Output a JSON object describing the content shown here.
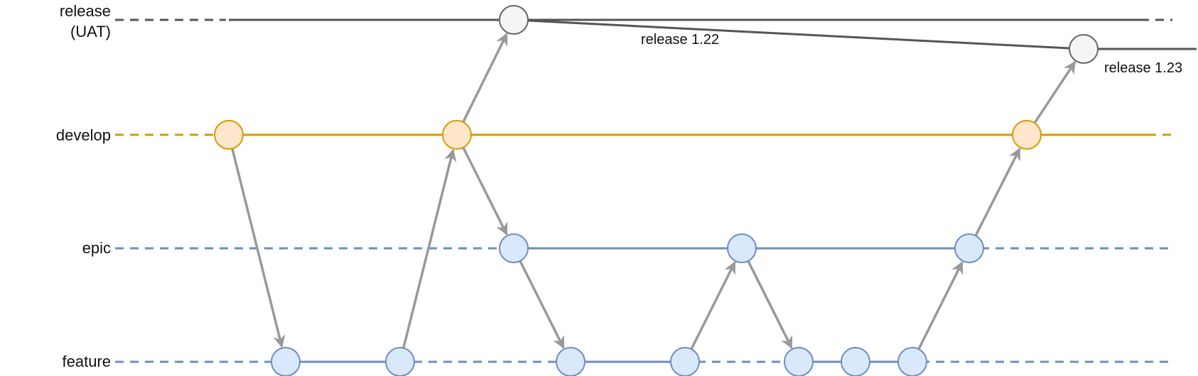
{
  "lanes": [
    {
      "id": "release",
      "label_lines": [
        "release",
        "(UAT)"
      ],
      "color": "#555555",
      "node_fill": "#f5f5f5",
      "node_stroke": "#666666"
    },
    {
      "id": "develop",
      "label_lines": [
        "develop"
      ],
      "color": "#d79b00",
      "node_fill": "#ffe6cc",
      "node_stroke": "#d79b00"
    },
    {
      "id": "epic",
      "label_lines": [
        "epic"
      ],
      "color": "#6c8ebf",
      "node_fill": "#dae8fc",
      "node_stroke": "#6c8ebf"
    },
    {
      "id": "feature",
      "label_lines": [
        "feature"
      ],
      "color": "#6c8ebf",
      "node_fill": "#dae8fc",
      "node_stroke": "#6c8ebf"
    }
  ],
  "releases": [
    {
      "id": "r122",
      "label": "release 1.22"
    },
    {
      "id": "r123",
      "label": "release 1.23"
    }
  ],
  "nodes": [
    {
      "id": "d1",
      "lane": "develop"
    },
    {
      "id": "d2",
      "lane": "develop"
    },
    {
      "id": "d3",
      "lane": "develop"
    },
    {
      "id": "r1",
      "lane": "release"
    },
    {
      "id": "r2",
      "lane": "release"
    },
    {
      "id": "e1",
      "lane": "epic"
    },
    {
      "id": "e2",
      "lane": "epic"
    },
    {
      "id": "e3",
      "lane": "epic"
    },
    {
      "id": "f1",
      "lane": "feature"
    },
    {
      "id": "f2",
      "lane": "feature"
    },
    {
      "id": "f3",
      "lane": "feature"
    },
    {
      "id": "f4",
      "lane": "feature"
    },
    {
      "id": "f5",
      "lane": "feature"
    },
    {
      "id": "f6",
      "lane": "feature"
    },
    {
      "id": "f7",
      "lane": "feature"
    }
  ],
  "connections": [
    {
      "from": "d1",
      "to": "d2",
      "kind": "branch"
    },
    {
      "from": "d2",
      "to": "d3",
      "kind": "branch"
    },
    {
      "from": "r1",
      "to": "r2",
      "kind": "branch"
    },
    {
      "from": "e1",
      "to": "e2",
      "kind": "branch"
    },
    {
      "from": "e2",
      "to": "e3",
      "kind": "branch"
    },
    {
      "from": "f1",
      "to": "f2",
      "kind": "branch"
    },
    {
      "from": "f3",
      "to": "f4",
      "kind": "branch"
    },
    {
      "from": "f5",
      "to": "f6",
      "kind": "branch"
    },
    {
      "from": "f6",
      "to": "f7",
      "kind": "branch"
    },
    {
      "from": "d1",
      "to": "f1",
      "kind": "merge"
    },
    {
      "from": "f2",
      "to": "d2",
      "kind": "merge"
    },
    {
      "from": "d2",
      "to": "r1",
      "kind": "merge"
    },
    {
      "from": "d2",
      "to": "e1",
      "kind": "merge"
    },
    {
      "from": "e1",
      "to": "f3",
      "kind": "merge"
    },
    {
      "from": "f4",
      "to": "e2",
      "kind": "merge"
    },
    {
      "from": "e2",
      "to": "f5",
      "kind": "merge"
    },
    {
      "from": "f7",
      "to": "e3",
      "kind": "merge"
    },
    {
      "from": "e3",
      "to": "d3",
      "kind": "merge"
    },
    {
      "from": "d3",
      "to": "r2",
      "kind": "merge"
    }
  ],
  "arrow_color": "#999999"
}
